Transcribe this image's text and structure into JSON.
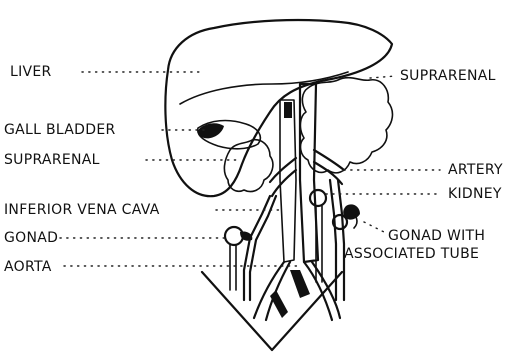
{
  "labels": {
    "liver": "LIVER",
    "gall_bladder": "GALL BLADDER",
    "suprarenal_left": "SUPRARENAL",
    "inferior_vena_cava": "INFERIOR VENA CAVA",
    "gonad": "GONAD",
    "aorta": "AORTA",
    "suprarenal_right": "SUPRARENAL",
    "artery": "ARTERY",
    "kidney": "KIDNEY",
    "gonad_with_line1": "GONAD WITH",
    "gonad_with_line2": "ASSOCIATED TUBE"
  },
  "colors": {
    "ink": "#111111",
    "background": "#ffffff"
  }
}
